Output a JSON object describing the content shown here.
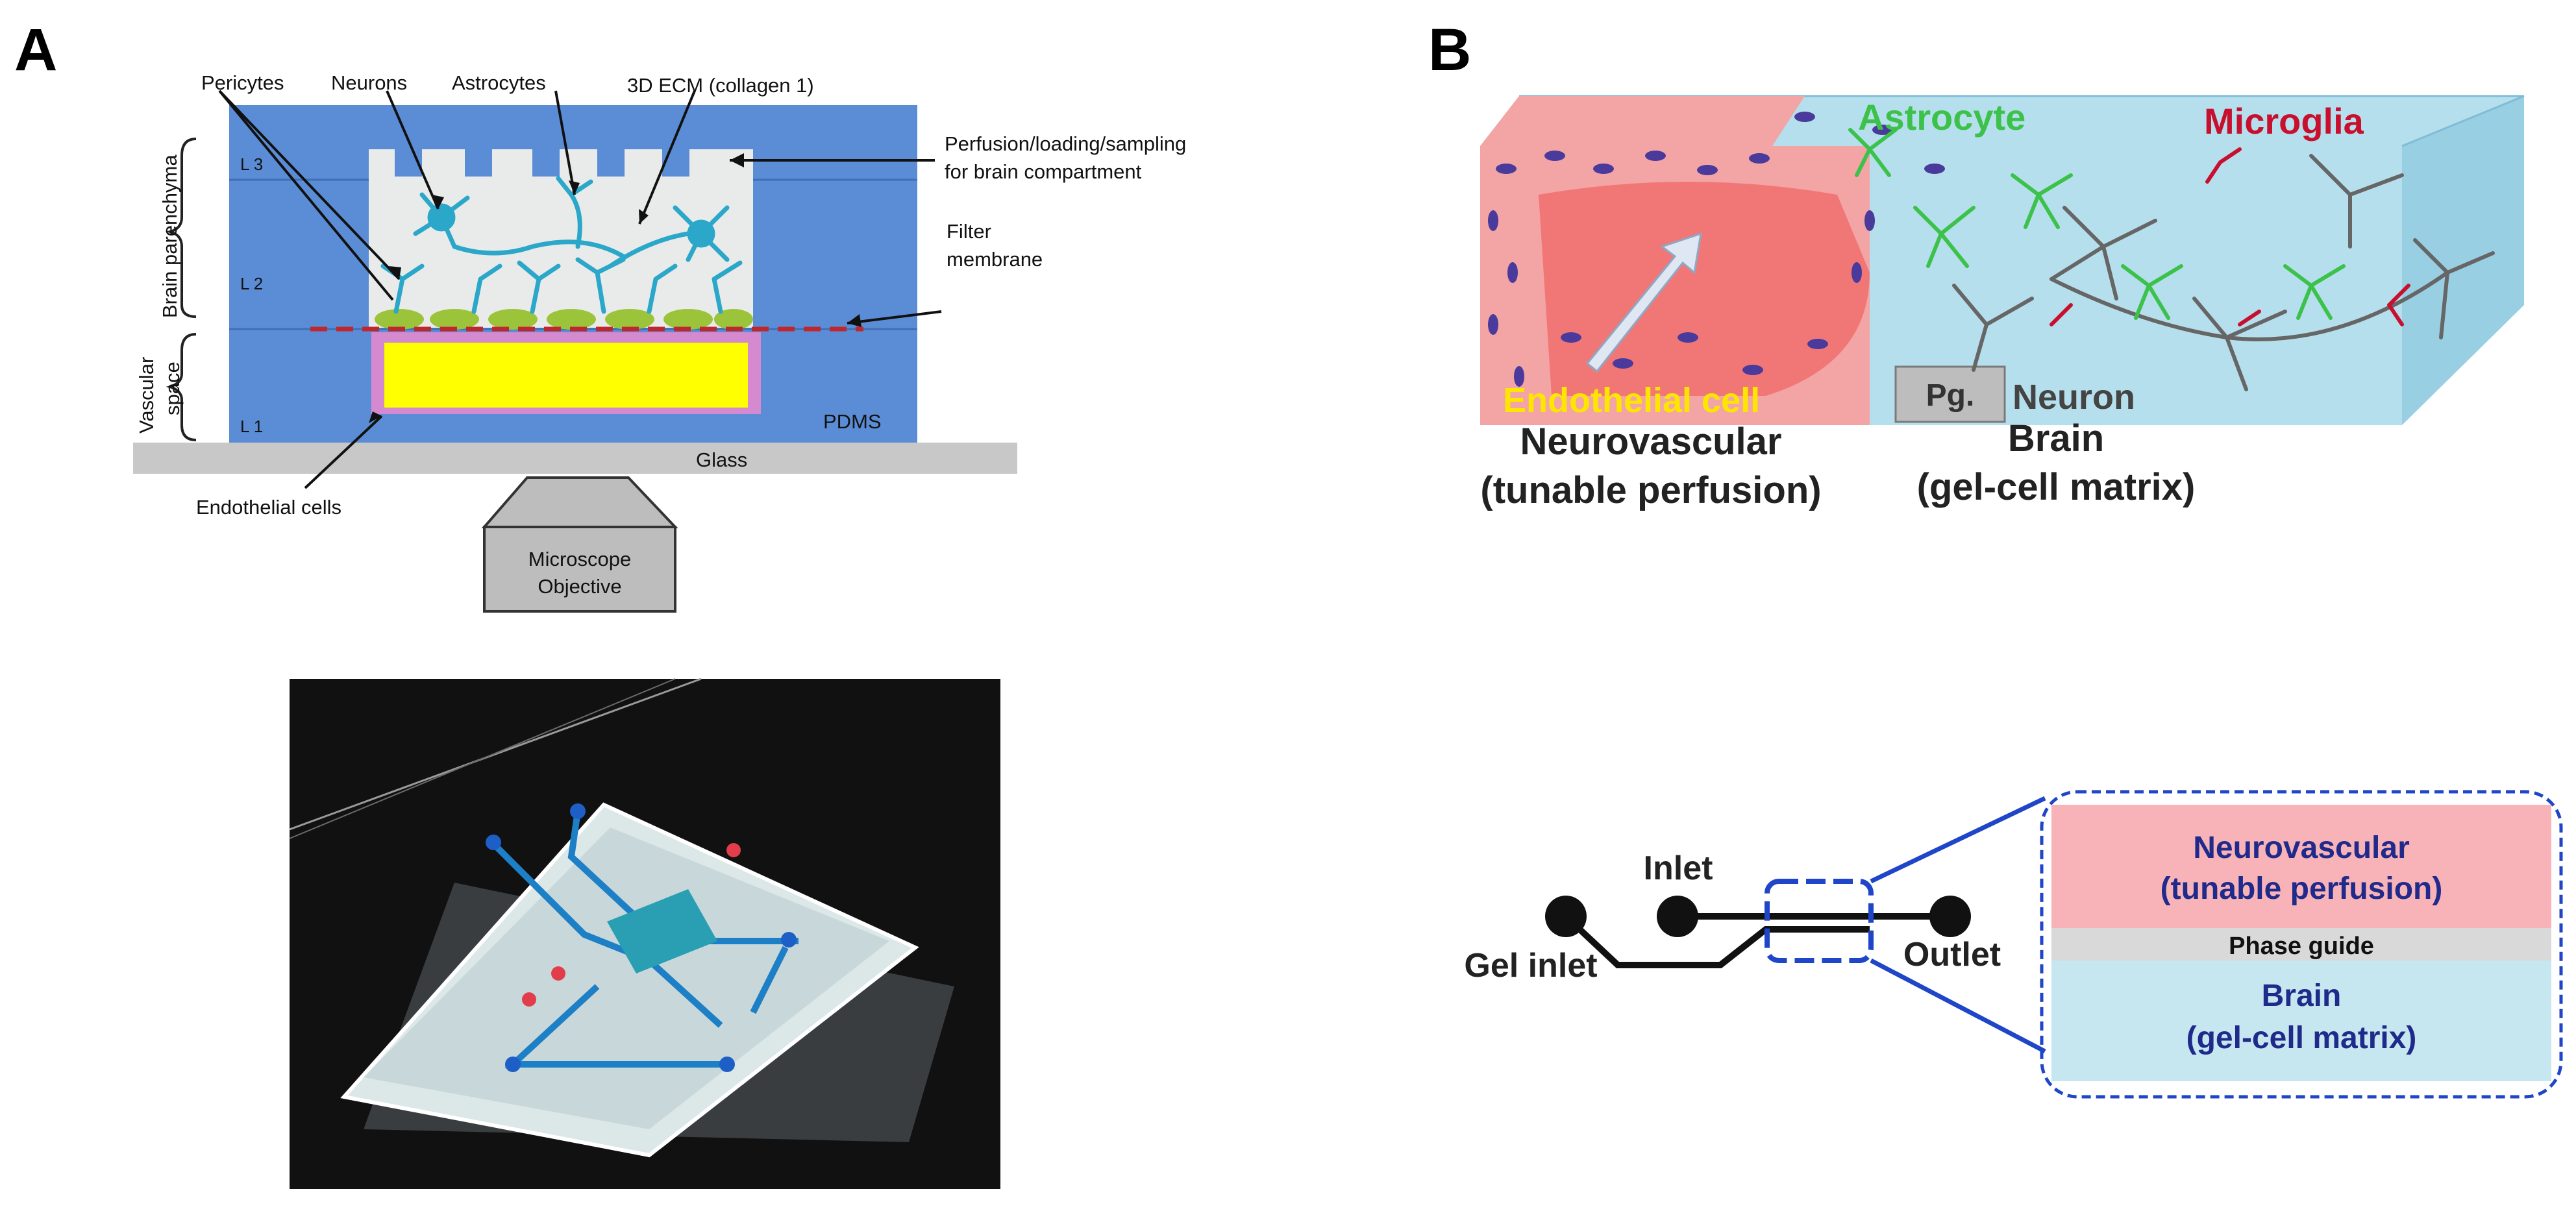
{
  "panels": {
    "a": "A",
    "b": "B"
  },
  "panel_a": {
    "labels": {
      "pericytes": "Pericytes",
      "neurons": "Neurons",
      "astrocytes": "Astrocytes",
      "ecm": "3D ECM (collagen 1)",
      "perfusion_line1": "Perfusion/loading/sampling",
      "perfusion_line2": "for brain compartment",
      "filter_line1": "Filter",
      "filter_line2": "membrane",
      "brain_parenchyma": "Brain parenchyma",
      "vascular_line1": "Vascular",
      "vascular_line2": "space",
      "l3": "L 3",
      "l2": "L 2",
      "l1": "L 1",
      "pdms": "PDMS",
      "glass": "Glass",
      "endothelial": "Endothelial cells",
      "objective_line1": "Microscope",
      "objective_line2": "Objective"
    },
    "colors": {
      "pdms": "#5b8dd6",
      "chamber": "#ffff00",
      "ecm": "#e9ebea",
      "membrane": "#c0272d",
      "glass": "#c8c8c8",
      "cells": "#2aa7c9"
    }
  },
  "panel_b": {
    "labels": {
      "astrocyte": "Astrocyte",
      "microglia": "Microglia",
      "endothelial_cell": "Endothelial cell",
      "pg": "Pg.",
      "neuron": "Neuron",
      "neurovascular_line1": "Neurovascular",
      "neurovascular_line2": "(tunable perfusion)",
      "brain": "Brain",
      "brain_sub": "(gel-cell matrix)"
    },
    "chip": {
      "inlet": "Inlet",
      "gel_inlet": "Gel inlet",
      "outlet": "Outlet",
      "neurovascular_line1": "Neurovascular",
      "neurovascular_line2": "(tunable perfusion)",
      "phase_guide": "Phase guide",
      "brain_line1": "Brain",
      "brain_line2": "(gel-cell matrix)"
    },
    "colors": {
      "astrocyte": "#3cc24a",
      "microglia": "#c8102e",
      "endothelial": "#ffe600",
      "vessel": "#f3a4a4",
      "brain_box": "#a9d9ea",
      "neurovascular_box": "#f7b3b8",
      "phase_guide_box": "#d9d9d9",
      "brain_text": "#1f2a8a"
    }
  }
}
